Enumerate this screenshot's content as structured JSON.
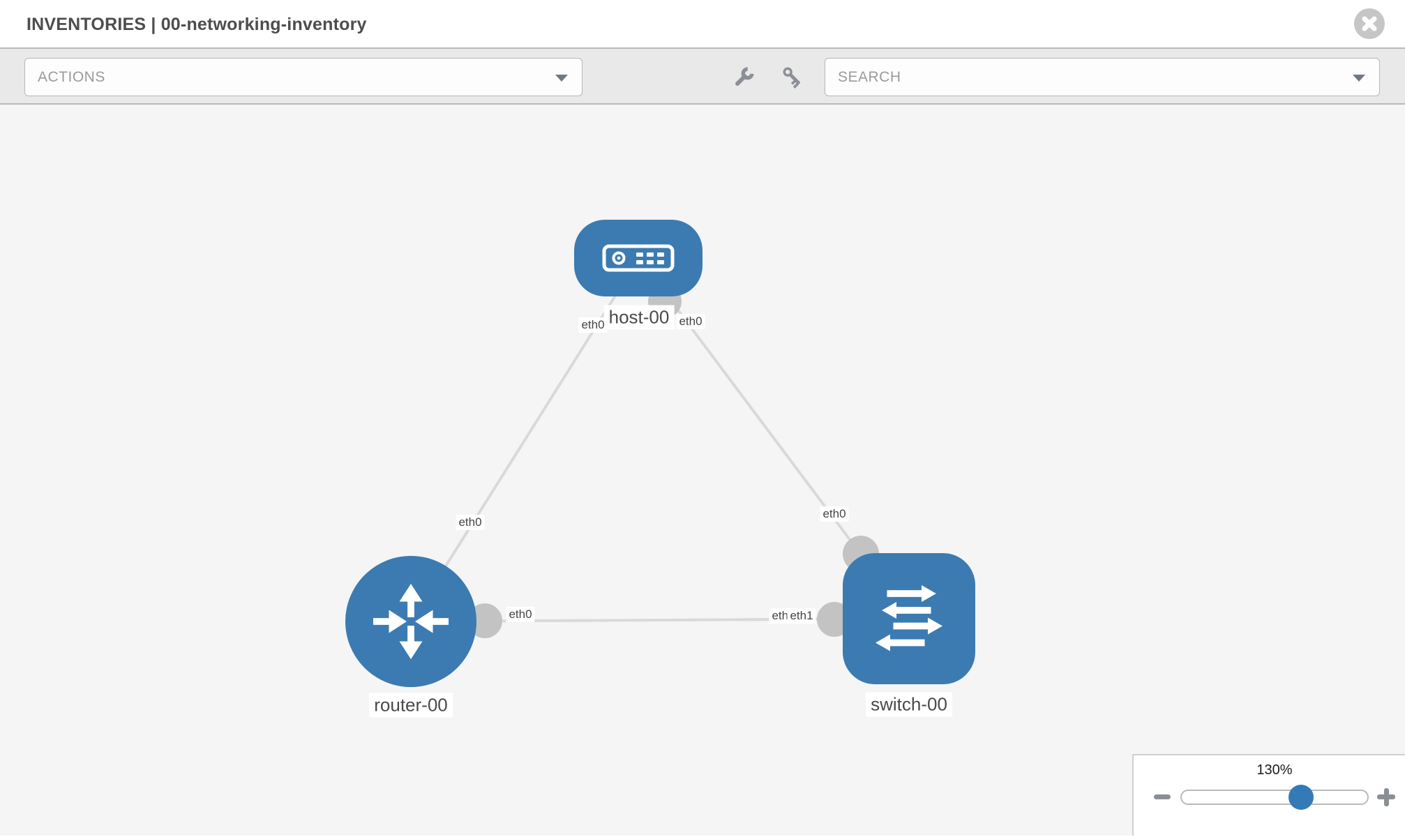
{
  "header": {
    "title": "INVENTORIES | 00-networking-inventory"
  },
  "toolbar": {
    "actions": {
      "placeholder": "ACTIONS"
    },
    "search": {
      "placeholder": "SEARCH"
    },
    "icons": [
      {
        "name": "wrench"
      },
      {
        "name": "key"
      }
    ]
  },
  "colors": {
    "node_blue": "#3c7bb1",
    "accent_blue": "#337ab7",
    "link_gray": "#d9d9d9",
    "interface_dot_gray": "#c3c3c3",
    "canvas_bg": "#f5f5f5",
    "toolbar_bg": "#e9e9e9",
    "close_button_gray": "#c6c6c6"
  },
  "topology": {
    "nodes": [
      {
        "id": "host-00",
        "label": "host-00",
        "type": "host"
      },
      {
        "id": "router-00",
        "label": "router-00",
        "type": "router"
      },
      {
        "id": "switch-00",
        "label": "switch-00",
        "type": "switch"
      }
    ],
    "links": [
      {
        "from": "host-00",
        "to": "router-00",
        "from_interface": "eth0",
        "to_interface": "eth0"
      },
      {
        "from": "host-00",
        "to": "switch-00",
        "from_interface": "eth0",
        "to_interface": "eth0"
      },
      {
        "from": "router-00",
        "to": "switch-00",
        "from_interface": "eth0",
        "to_interface": "eth1"
      }
    ]
  },
  "zoom_control": {
    "value": "130%",
    "percent_position": 64
  }
}
